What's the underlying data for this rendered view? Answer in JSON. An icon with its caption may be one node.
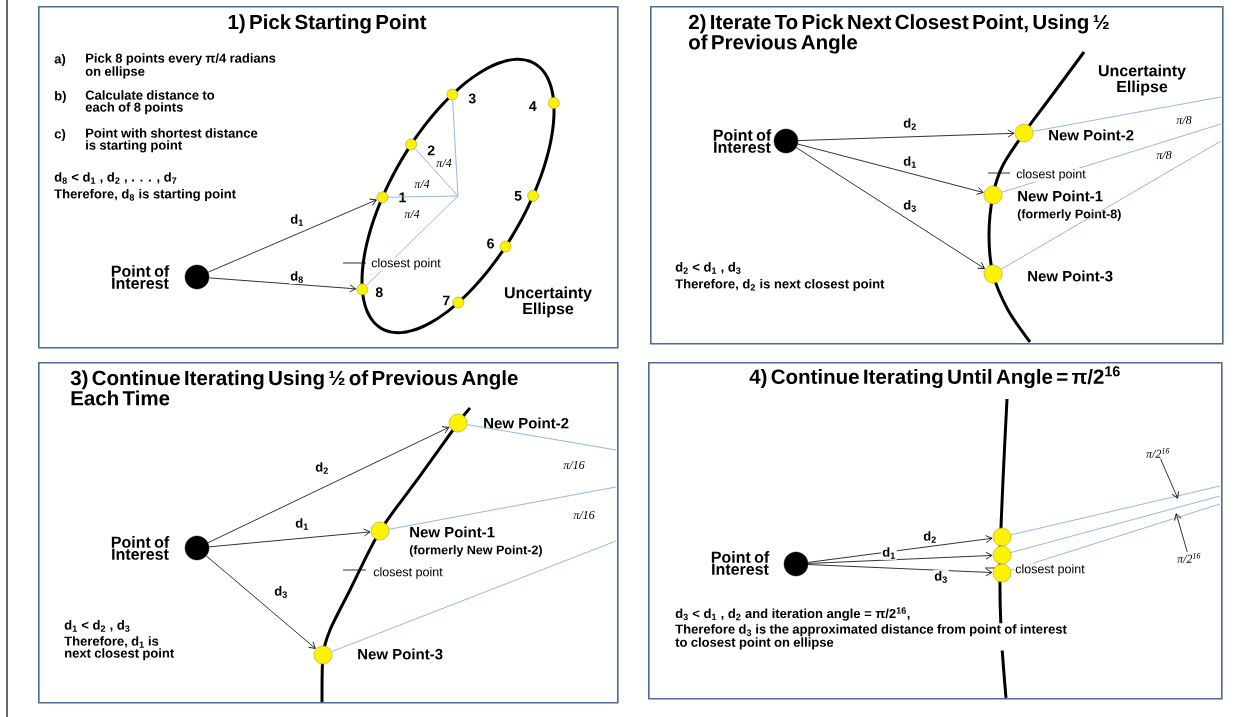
{
  "diagram": {
    "nodes": [
      {
        "text": [
          "1) Pick Starting Point"
        ]
      },
      {
        "text": [],
        "shape": "circle",
        "in": 0,
        "beside": [
          "Point of Interest"
        ]
      },
      {
        "text": [],
        "shape": "circle",
        "in": 0,
        "beside": [
          "1"
        ]
      },
      {
        "text": [],
        "shape": "circle",
        "in": 0,
        "beside": [
          "2"
        ]
      },
      {
        "text": [],
        "shape": "circle",
        "in": 0,
        "beside": [
          "3"
        ]
      },
      {
        "text": [],
        "shape": "circle",
        "in": 0,
        "beside": [
          "4"
        ]
      },
      {
        "text": [],
        "shape": "circle",
        "in": 0,
        "beside": [
          "5"
        ]
      },
      {
        "text": [],
        "shape": "circle",
        "in": 0,
        "beside": [
          "6"
        ]
      },
      {
        "text": [],
        "shape": "circle",
        "in": 0,
        "beside": [
          "7"
        ]
      },
      {
        "text": [],
        "shape": "circle",
        "in": 0,
        "beside": [
          "8"
        ]
      },
      {
        "text": [
          "2) Iterate To Pick Next Closest Point, Using ½ of Previous Angle"
        ]
      },
      {
        "text": [],
        "shape": "circle",
        "in": 10,
        "beside": [
          "Point of Interest"
        ]
      },
      {
        "text": [],
        "shape": "circle",
        "in": 10,
        "beside": [
          "New Point-2"
        ]
      },
      {
        "text": [],
        "shape": "circle",
        "in": 10,
        "beside": [
          "New Point-1",
          "(formerly Point-8)"
        ]
      },
      {
        "text": [],
        "shape": "circle",
        "in": 10,
        "beside": [
          "New Point-3"
        ]
      },
      {
        "text": [
          "3) Continue Iterating Using ½ of Previous Angle Each Time"
        ]
      },
      {
        "text": [],
        "shape": "circle",
        "in": 15,
        "beside": [
          "Point of Interest"
        ]
      },
      {
        "text": [],
        "shape": "circle",
        "in": 15,
        "beside": [
          "New Point-2"
        ]
      },
      {
        "text": [],
        "shape": "circle",
        "in": 15,
        "beside": [
          "New Point-1",
          "(formerly New Point-2)"
        ]
      },
      {
        "text": [],
        "shape": "circle",
        "in": 15,
        "beside": [
          "New Point-3"
        ]
      },
      {
        "text": [
          "4) Continue Iterating Until Angle = π/2$^{16}$"
        ]
      },
      {
        "text": [],
        "shape": "circle",
        "in": 20,
        "beside": [
          "Point of Interest"
        ]
      },
      {
        "text": [],
        "shape": "circle",
        "in": 20
      },
      {
        "text": [],
        "shape": "circle",
        "in": 20
      },
      {
        "text": [],
        "shape": "circle",
        "in": 20
      },
      {
        "text": [
          "π/2$^{16}$"
        ],
        "in": 20
      },
      {
        "text": [
          "π/2$^{16}$"
        ],
        "in": 20
      }
    ],
    "edges": [
      {
        "from": 1,
        "to": 2,
        "arrow": "to",
        "label": "d$_{1}$",
        "color": "#000000"
      },
      {
        "from": 1,
        "to": 9,
        "arrow": "to",
        "label": "d$_{8}$",
        "color": "#000000"
      },
      {
        "from": null,
        "to": 2,
        "arrow": "none",
        "color": "#7ea6d3"
      },
      {
        "from": null,
        "to": 3,
        "arrow": "none",
        "color": "#7ea6d3"
      },
      {
        "from": null,
        "to": 4,
        "arrow": "none",
        "color": "#7ea6d3"
      },
      {
        "from": null,
        "to": 9,
        "arrow": "none",
        "color": "#7ea6d3"
      },
      {
        "from": 11,
        "to": 12,
        "arrow": "to",
        "label": "d$_{2}$",
        "color": "#000000"
      },
      {
        "from": 11,
        "to": 13,
        "arrow": "to",
        "label": "d$_{1}$",
        "color": "#000000"
      },
      {
        "from": 11,
        "to": 14,
        "arrow": "to",
        "label": "d$_{3}$",
        "color": "#000000"
      },
      {
        "from": null,
        "to": 12,
        "arrow": "none",
        "color": "#7ea6d3"
      },
      {
        "from": null,
        "to": 13,
        "arrow": "none",
        "color": "#7ea6d3"
      },
      {
        "from": null,
        "to": 14,
        "arrow": "none",
        "color": "#7ea6d3"
      },
      {
        "from": 16,
        "to": 17,
        "arrow": "to",
        "label": "d$_{2}$",
        "color": "#000000"
      },
      {
        "from": 16,
        "to": 18,
        "arrow": "to",
        "label": "d$_{1}$",
        "color": "#000000"
      },
      {
        "from": 16,
        "to": 19,
        "arrow": "to",
        "label": "d$_{3}$",
        "color": "#000000"
      },
      {
        "from": null,
        "to": 17,
        "arrow": "none",
        "color": "#7ea6d3"
      },
      {
        "from": null,
        "to": 18,
        "arrow": "none",
        "color": "#7ea6d3"
      },
      {
        "from": null,
        "to": 19,
        "arrow": "none",
        "color": "#7ea6d3"
      },
      {
        "from": 21,
        "to": 22,
        "arrow": "to",
        "label": "d$_{2}$",
        "color": "#000000"
      },
      {
        "from": 21,
        "to": 23,
        "arrow": "to",
        "label": "d$_{1}$",
        "color": "#000000"
      },
      {
        "from": 21,
        "to": 24,
        "arrow": "to",
        "label": "d$_{3}$",
        "color": "#000000"
      },
      {
        "from": null,
        "to": 22,
        "arrow": "none",
        "color": "#7ea6d3"
      },
      {
        "from": null,
        "to": 23,
        "arrow": "none",
        "color": "#7ea6d3"
      },
      {
        "from": null,
        "to": 24,
        "arrow": "none",
        "color": "#7ea6d3"
      },
      {
        "from": 25,
        "to": null,
        "arrow": "to",
        "color": "#000000"
      },
      {
        "from": 26,
        "to": null,
        "arrow": "to",
        "color": "#000000"
      }
    ],
    "labels": [
      "a)",
      "Pick 8 points every π/4 radians on ellipse",
      "b)",
      "Calculate distance to each of 8 points",
      "c)",
      "Point with shortest distance is starting point",
      "d$_{8}$ < d$_{1}$ , d$_{2}$ , . . . , d$_{7}$",
      "Therefore, d$_{8}$ is starting point",
      "π/4",
      "π/4",
      "π/4",
      "closest point",
      "Uncertainty Ellipse",
      "Uncertainty Ellipse",
      "π/8",
      "closest point",
      "π/8",
      "d$_{2}$ < d$_{1}$ , d$_{3}$",
      "Therefore, d$_{2}$ is next closest point",
      "π/16",
      "π/16",
      "closest point",
      "d$_{1}$ < d$_{2}$ , d$_{3}$",
      "Therefore, d$_{1}$ is next closest point",
      "closest point",
      "d$_{3}$ < d$_{1}$ , d$_{2}$ and iteration angle = π/2$^{16}$,",
      "Therefore d$_{3}$ is the approximated distance from point of interest to closest point on ellipse"
    ]
  }
}
